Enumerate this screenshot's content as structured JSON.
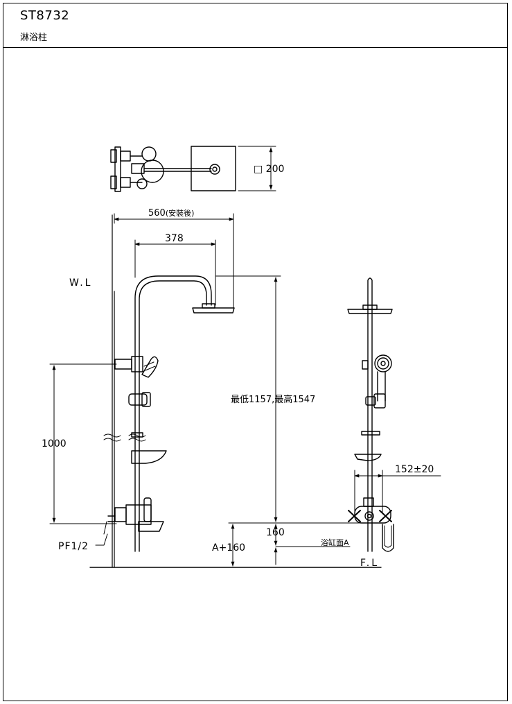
{
  "header": {
    "model": "ST8732",
    "product_name": "淋浴柱"
  },
  "dimensions": {
    "head_square": "□ 200",
    "reach_installed": "560",
    "reach_installed_note": "(安裝後)",
    "arm_reach": "378",
    "height_range": "最低1157,最高1547",
    "handshower_height": "1000",
    "spout_to_tub": "160",
    "mount_height": "A+160",
    "center_distance": "152±20"
  },
  "labels": {
    "wall_line": "W.L",
    "floor_line": "F.L",
    "tub_surface": "浴缸面A",
    "inlet_thread": "PF1/2"
  },
  "colors": {
    "line": "#000000",
    "background": "#ffffff"
  }
}
